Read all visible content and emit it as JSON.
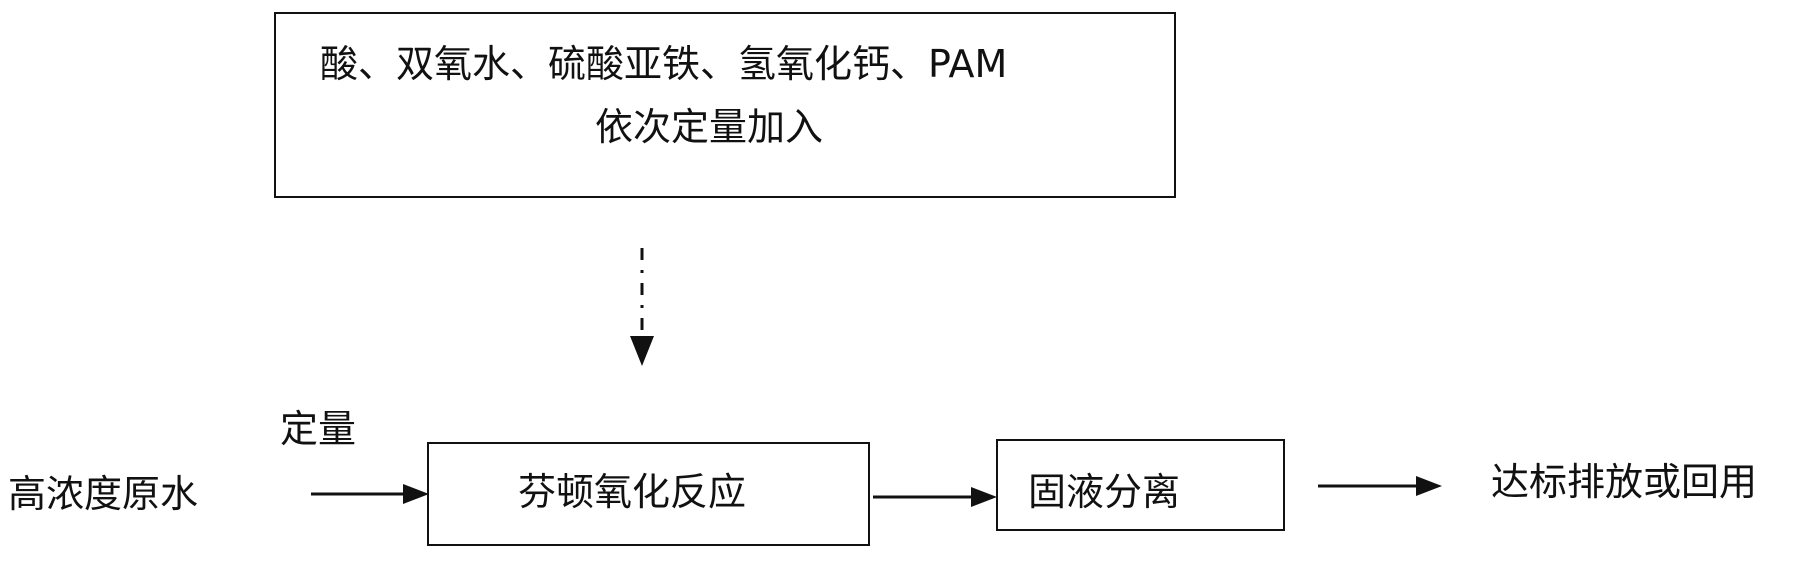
{
  "reagent_box": {
    "line1": "酸、双氧水、硫酸亚铁、氢氧化钙、PAM",
    "line2": "依次定量加入"
  },
  "input": {
    "raw_water": "高浓度原水",
    "dosing": "定量"
  },
  "process": {
    "fenton": "芬顿氧化反应",
    "separation": "固液分离"
  },
  "output": {
    "discharge": "达标排放或回用"
  }
}
